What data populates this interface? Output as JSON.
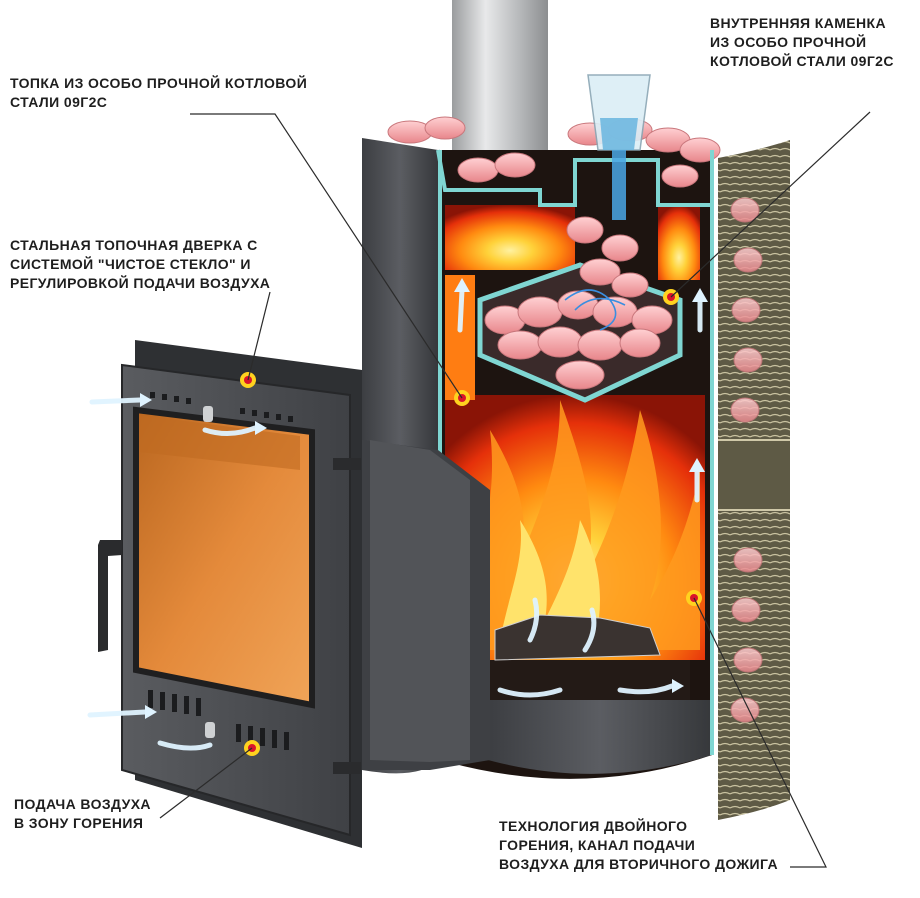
{
  "labels": {
    "inner_heater": [
      "Внутренняя каменка",
      "из особо прочной",
      "котловой стали 09Г2С"
    ],
    "firebox": [
      "Топка из особо прочной котловой",
      "стали 09Г2С"
    ],
    "door": [
      "Стальная топочная дверка с",
      "системой \"чистое стекло\" и",
      "регулировкой подачи воздуха"
    ],
    "air_supply": [
      "Подача воздуха",
      "в зону горения"
    ],
    "double_combustion": [
      "Технология двойного",
      "горения, канал подачи",
      "воздуха для вторичного дожига"
    ]
  },
  "colors": {
    "body": "#4a4c50",
    "body_dark": "#2c2d30",
    "flame_core": "#ffd23a",
    "flame_mid": "#ff8a10",
    "flame_outer": "#e5300a",
    "stones": "#f2a3a6",
    "teal_edge": "#7fd6d2",
    "glass": "#d77a2a",
    "marker_red": "#d9142b",
    "marker_yellow": "#ffd21f",
    "airflow": "#dff3ff",
    "cladding": "#6f6a52"
  },
  "icons": [
    "marker-dot-icon",
    "airflow-arrow-icon",
    "water-glass-icon"
  ]
}
